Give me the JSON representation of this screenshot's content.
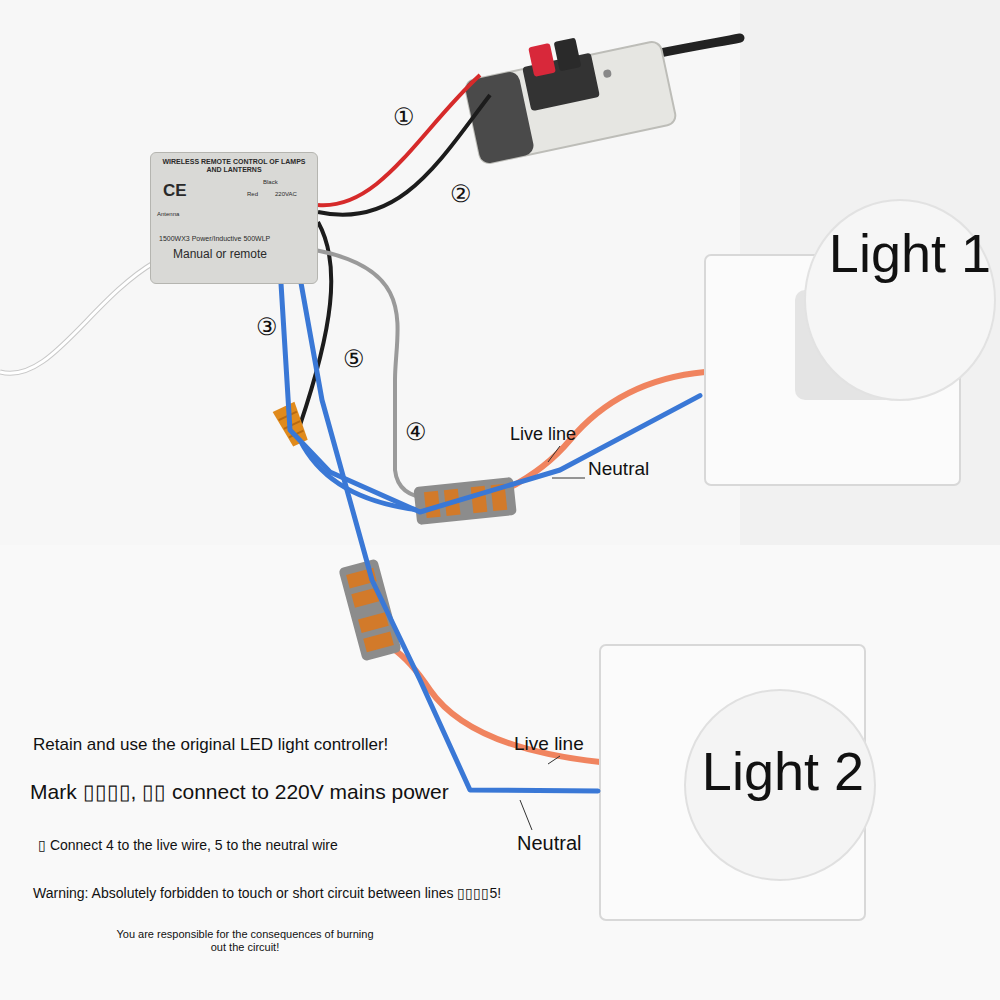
{
  "diagram": {
    "nodes": [
      {
        "text": [
          "WIRELESS REMOTE CONTROL OF LAMPS AND LANTERNS",
          "CE",
          "Black",
          "Red",
          "220VAC",
          "Antenna",
          "1500WX3 Power/Inductive 500WLP",
          "Manual or remote"
        ]
      },
      {
        "text": [
          "Light 1"
        ]
      },
      {
        "text": [
          "Light 2"
        ]
      }
    ],
    "edges": [
      {
        "from": 0,
        "to": 1,
        "arrow": "none"
      },
      {
        "from": 0,
        "to": 2,
        "arrow": "none"
      }
    ],
    "labels": [
      "①",
      "②",
      "③",
      "⑤",
      "④",
      "Live line",
      "Neutral",
      "Live line",
      "Neutral",
      "Retain and use the original LED light controller!",
      "Mark ▯▯▯▯, ▯▯ connect to 220V mains power",
      "▯ Connect 4 to the live wire, 5 to the neutral wire",
      "Warning: Absolutely forbidden to touch or short circuit between lines ▯▯▯▯5!",
      "You are responsible for the consequences of burning out the circuit!"
    ]
  }
}
